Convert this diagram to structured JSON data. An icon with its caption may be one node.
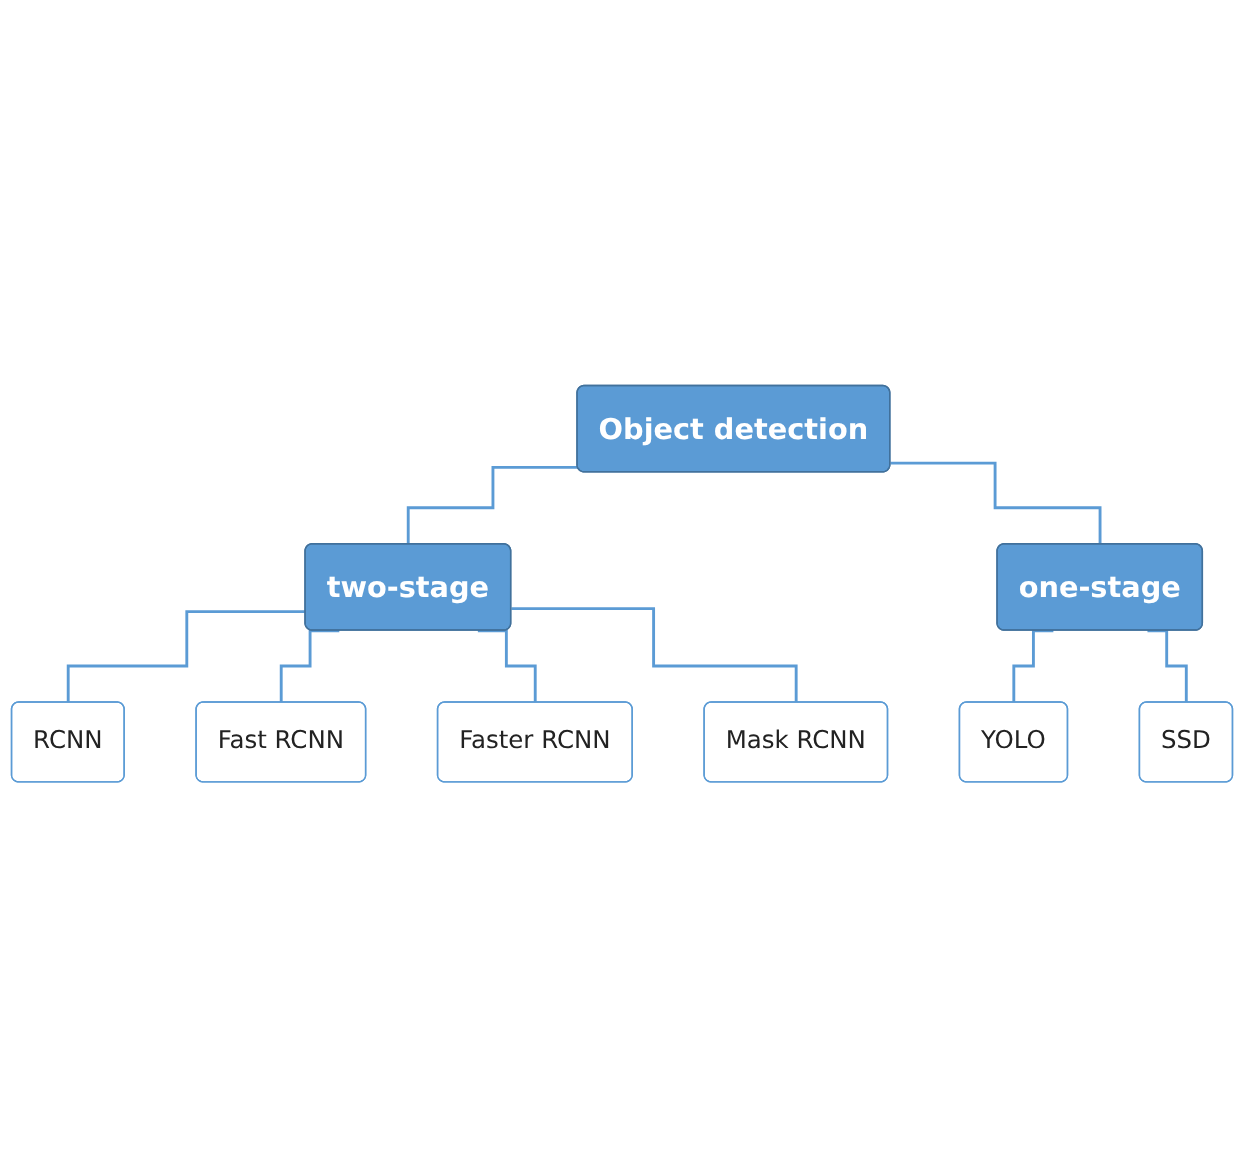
{
  "diagram": {
    "nodes": [
      {
        "text": [
          "Object detection"
        ]
      },
      {
        "text": [
          "two-stage"
        ]
      },
      {
        "text": [
          "one-stage"
        ]
      },
      {
        "text": [
          "RCNN"
        ]
      },
      {
        "text": [
          "Fast RCNN"
        ]
      },
      {
        "text": [
          "Faster RCNN"
        ]
      },
      {
        "text": [
          "Mask RCNN"
        ]
      },
      {
        "text": [
          "YOLO"
        ]
      },
      {
        "text": [
          "SSD"
        ]
      }
    ],
    "edges": [
      {
        "from": 0,
        "to": 1,
        "arrow": "none"
      },
      {
        "from": 0,
        "to": 2,
        "arrow": "none"
      },
      {
        "from": 1,
        "to": 3,
        "arrow": "none"
      },
      {
        "from": 1,
        "to": 4,
        "arrow": "none"
      },
      {
        "from": 1,
        "to": 5,
        "arrow": "none"
      },
      {
        "from": 1,
        "to": 6,
        "arrow": "none"
      },
      {
        "from": 2,
        "to": 7,
        "arrow": "none"
      },
      {
        "from": 2,
        "to": 8,
        "arrow": "none"
      }
    ]
  }
}
